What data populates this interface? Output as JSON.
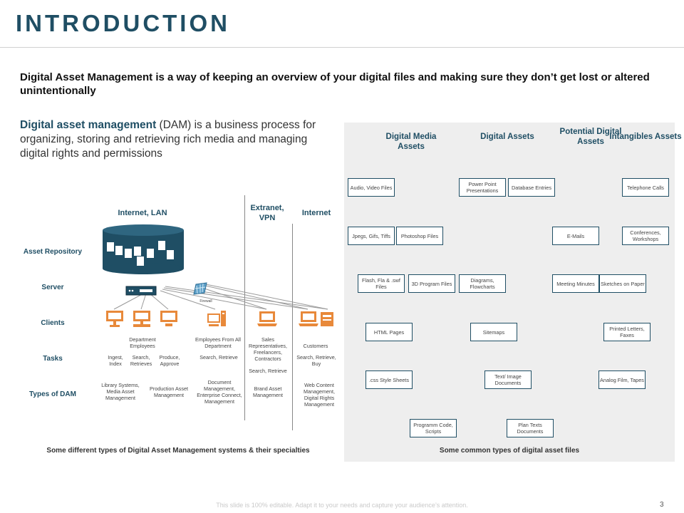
{
  "header": {
    "title": "INTRODUCTION",
    "subtitle": "Digital Asset Management is a way of keeping an overview of your digital files and making sure they don’t get lost or altered unintentionally",
    "intro_bold": "Digital asset management",
    "intro_rest": " (DAM) is a business process for organizing, storing and retrieving rich media and managing digital rights and permissions"
  },
  "left_diagram": {
    "zones": [
      "Internet, LAN",
      "Extranet, VPN",
      "Internet"
    ],
    "row_labels": [
      "Asset Repository",
      "Server",
      "Clients",
      "Tasks",
      "Types  of DAM"
    ],
    "firewall_label": "Firewall",
    "groups": [
      {
        "client": "Department Employees",
        "tasks": [
          "Ingest, Index",
          "Search, Retrieves",
          "Produce, Approve"
        ],
        "dam": [
          "Library Systems, Media Asset Management",
          "Production Asset Management"
        ]
      },
      {
        "client": "Employees From All Department",
        "tasks": [
          "Search, Retrieve"
        ],
        "dam": [
          "Document Management, Enterprise Connect, Management"
        ]
      },
      {
        "client": "Sales Representatives, Freelancers, Contractors",
        "tasks": [
          "Search, Retrieve"
        ],
        "dam": [
          "Brand Asset Management"
        ]
      },
      {
        "client": "Customers",
        "tasks": [
          "Search, Retrieve, Buy"
        ],
        "dam": [
          "Web Content Management, Digital Rights Management"
        ]
      }
    ],
    "caption": "Some different types of Digital Asset Management systems & their specialties"
  },
  "right_panel": {
    "columns": [
      "Digital Media Assets",
      "Digital Assets",
      "Potential Digital Assets",
      "Intangibles Assets"
    ],
    "boxes": [
      "Audio, Video Files",
      "Power Point Presentations",
      "Database Entries",
      "Telephone Calls",
      "Jpegs, Gifs, Tiffs",
      "Photoshop Files",
      "E-Mails",
      "Conferences, Workshops",
      "Flash, Fla & .swf Files",
      "3D Program Files",
      "Diagrams, Flowcharts",
      "Meeting Minutes",
      "Sketches on Paper",
      "HTML Pages",
      "Sitemaps",
      "Printed Letters, Faxes",
      ".css Style Sheets",
      "Text/ Image Documents",
      "Analog Film, Tapes",
      "Programm Code, Scripts",
      "Plan Texts Documents"
    ],
    "caption": "Some common types of digital asset files"
  },
  "footer": {
    "note": "This slide is 100% editable. Adapt it to your needs and capture your audience’s attention.",
    "page": "3"
  },
  "colors": {
    "navy": "#1f4e64",
    "orange": "#e8893a",
    "panel": "#eeeeee"
  }
}
